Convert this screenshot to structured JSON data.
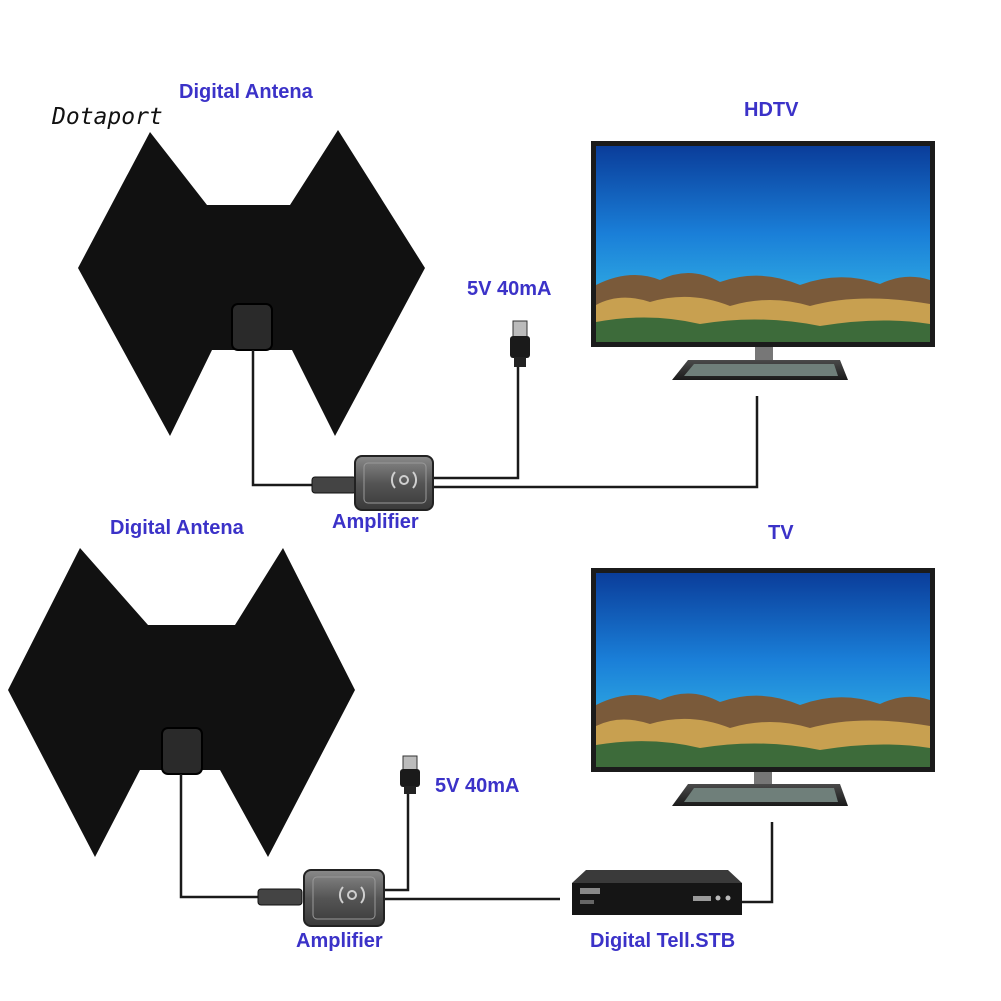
{
  "watermark": "Dotaport",
  "colors": {
    "label": "#3b32c8",
    "antenna": "#111111",
    "cable": "#1a1a1a",
    "amplifier": "#5a5a5a",
    "tv_frame": "#1b1b1b"
  },
  "diagram_top": {
    "antenna_label": "Digital Antena",
    "power_label": "5V 40mA",
    "amplifier_label": "Amplifier",
    "display_label": "HDTV"
  },
  "diagram_bottom": {
    "antenna_label": "Digital Antena",
    "power_label": "5V 40mA",
    "amplifier_label": "Amplifier",
    "display_label": "TV",
    "stb_label": "Digital Tell.STB"
  }
}
